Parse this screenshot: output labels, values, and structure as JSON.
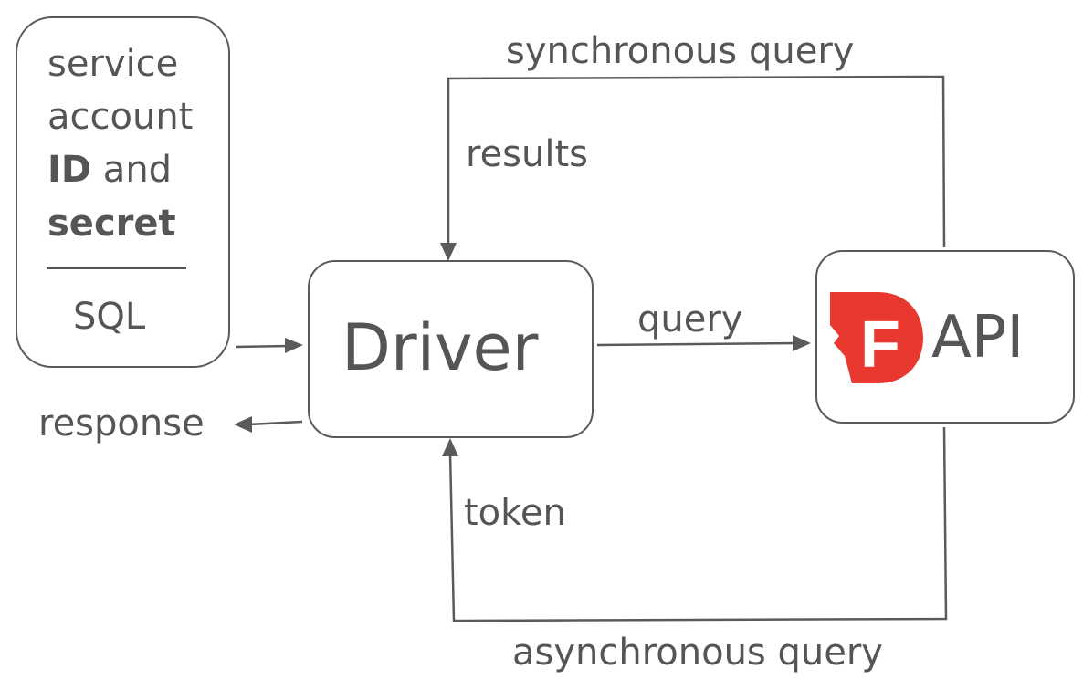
{
  "input_box": {
    "line1": "service",
    "line2": "account",
    "line3_bold": "ID",
    "line3_rest": " and",
    "line4_bold": "secret",
    "line5": "SQL"
  },
  "driver": {
    "label": "Driver"
  },
  "api": {
    "logo_letter": "F",
    "label": "API"
  },
  "edges": {
    "synchronous_query": "synchronous query",
    "results": "results",
    "query": "query",
    "response": "response",
    "token": "token",
    "asynchronous_query": "asynchronous query"
  },
  "colors": {
    "stroke": "#5a5a5a",
    "text": "#555555",
    "logo_red": "#e8382f"
  }
}
